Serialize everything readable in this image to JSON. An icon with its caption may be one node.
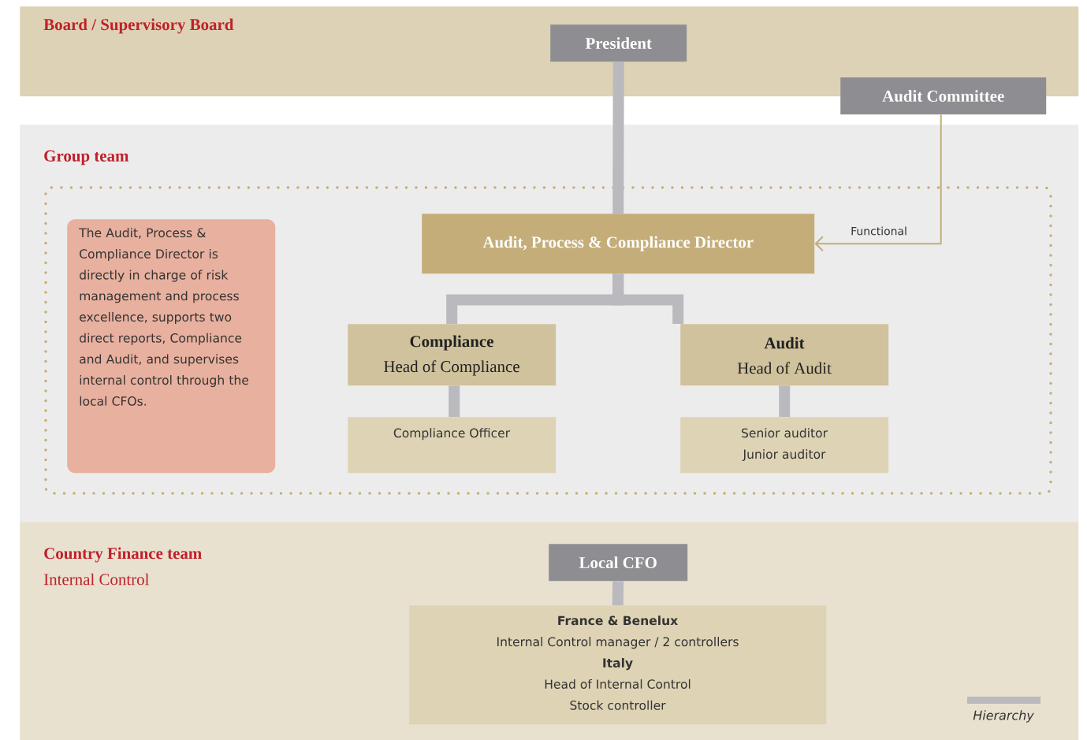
{
  "diagram": {
    "nodes": [
      {
        "text": [
          "Board / Supervisory Board"
        ]
      },
      {
        "text": [
          "President"
        ],
        "in": 0
      },
      {
        "text": [
          "Audit Committee"
        ]
      },
      {
        "text": [
          "Group team"
        ]
      },
      {
        "text": [
          "The Audit, Process & Compliance Director is directly in charge of risk management and process excellence, supports two direct reports, Compliance and Audit, and supervises internal control through the local CFOs."
        ],
        "in": 3
      },
      {
        "text": [
          "Audit, Process & Compliance Director"
        ],
        "in": 3
      },
      {
        "text": [
          "Compliance",
          "Head of Compliance"
        ],
        "in": 3
      },
      {
        "text": [
          "Audit",
          "Head of Audit"
        ],
        "in": 3
      },
      {
        "text": [
          "Compliance Officer"
        ],
        "in": 3
      },
      {
        "text": [
          "Senior auditor",
          "Junior auditor"
        ],
        "in": 3
      },
      {
        "text": [
          "Country Finance team",
          "Internal Control"
        ]
      },
      {
        "text": [
          "Local CFO"
        ],
        "in": 10
      },
      {
        "text": [
          "France & Benelux",
          "Internal Control manager / 2 controllers",
          "Italy",
          "Head of Internal Control",
          "Stock controller"
        ],
        "in": 10
      }
    ],
    "edges": [
      {
        "from": 1,
        "to": 5,
        "arrow": "none"
      },
      {
        "from": 2,
        "to": 5,
        "arrow": "to",
        "label": "Functional",
        "color": "#c4ad78"
      },
      {
        "from": 5,
        "to": 6,
        "arrow": "none"
      },
      {
        "from": 5,
        "to": 7,
        "arrow": "none"
      },
      {
        "from": 6,
        "to": 8,
        "arrow": "none"
      },
      {
        "from": 7,
        "to": 9,
        "arrow": "none"
      },
      {
        "from": 11,
        "to": 12,
        "arrow": "none"
      }
    ],
    "legend": [
      {
        "text": "Hierarchy",
        "color": "#b9b9be"
      }
    ]
  }
}
